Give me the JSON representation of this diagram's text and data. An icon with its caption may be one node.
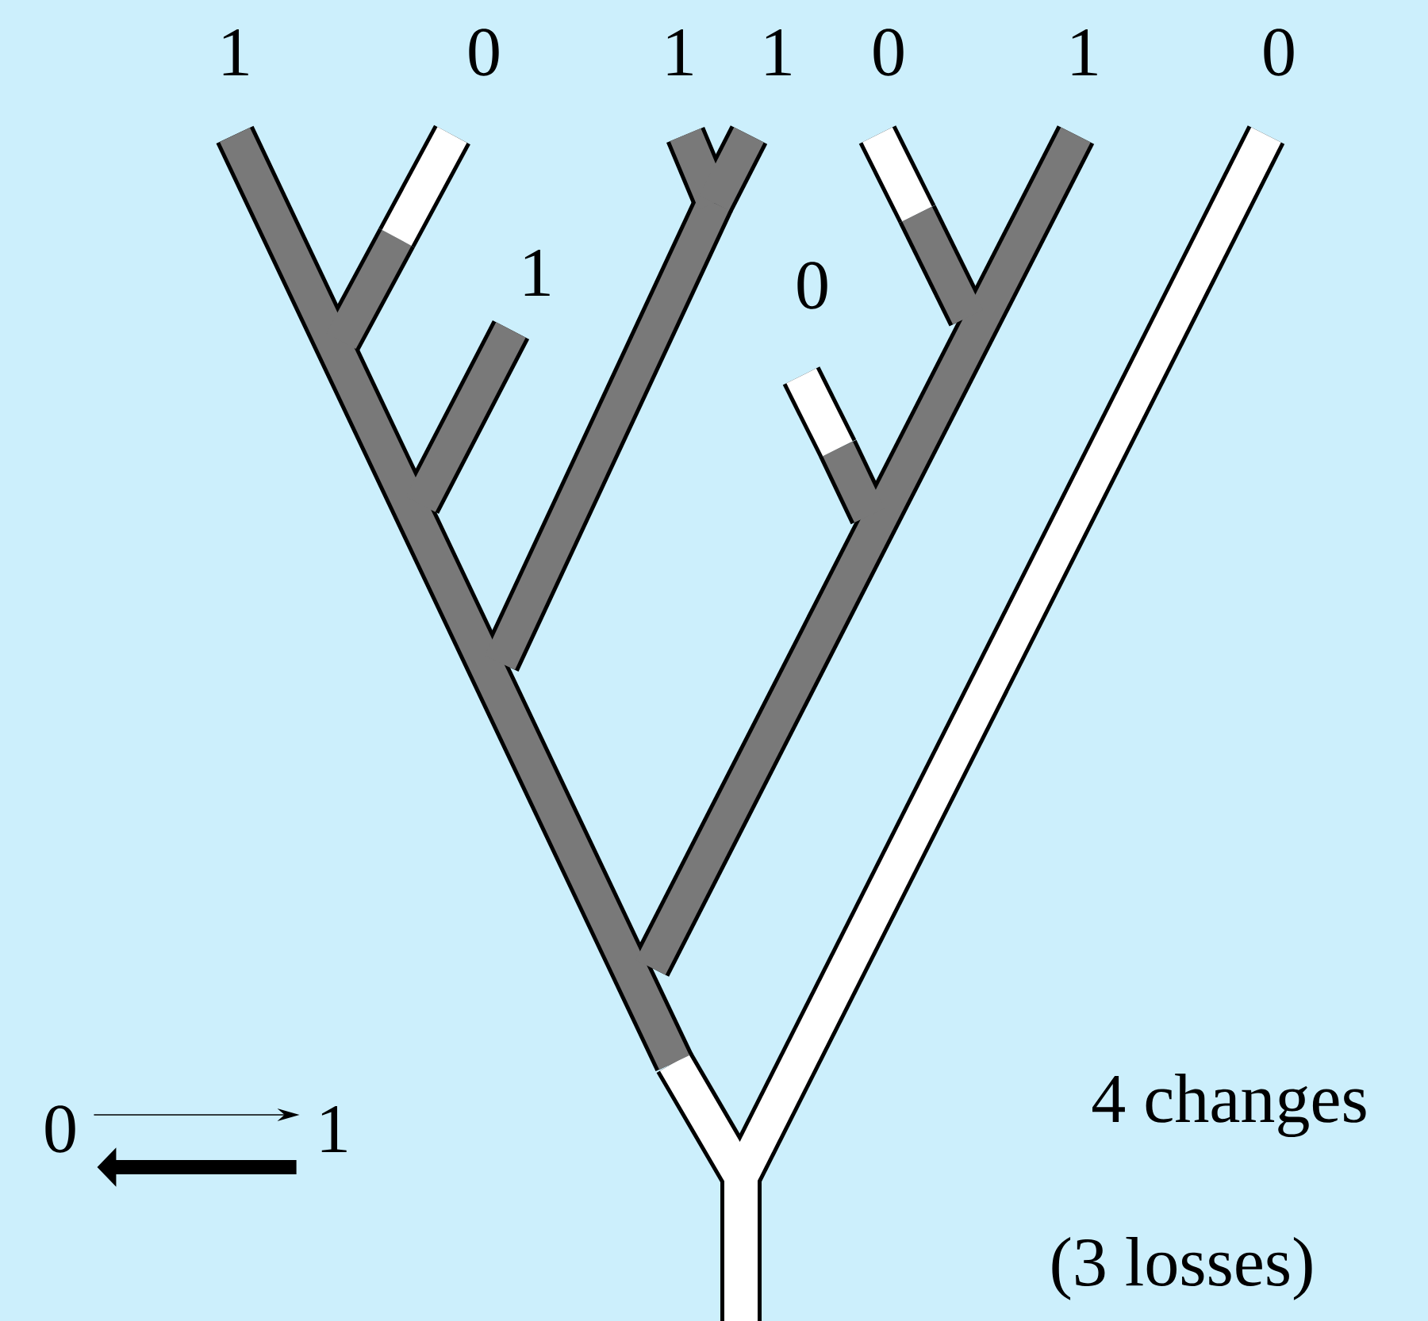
{
  "diagram": {
    "nodes": [
      {
        "text": [
          "0"
        ]
      },
      {
        "text": [
          "1"
        ]
      }
    ],
    "edges": [
      {
        "from": 0,
        "to": 1,
        "arrow": "to"
      },
      {
        "from": 1,
        "to": 0,
        "arrow": "to",
        "style": "thick"
      }
    ],
    "labels": [
      "1",
      "0",
      "1",
      "1",
      "0",
      "1",
      "0",
      "1",
      "0",
      "4 changes",
      "(3 losses)"
    ]
  }
}
